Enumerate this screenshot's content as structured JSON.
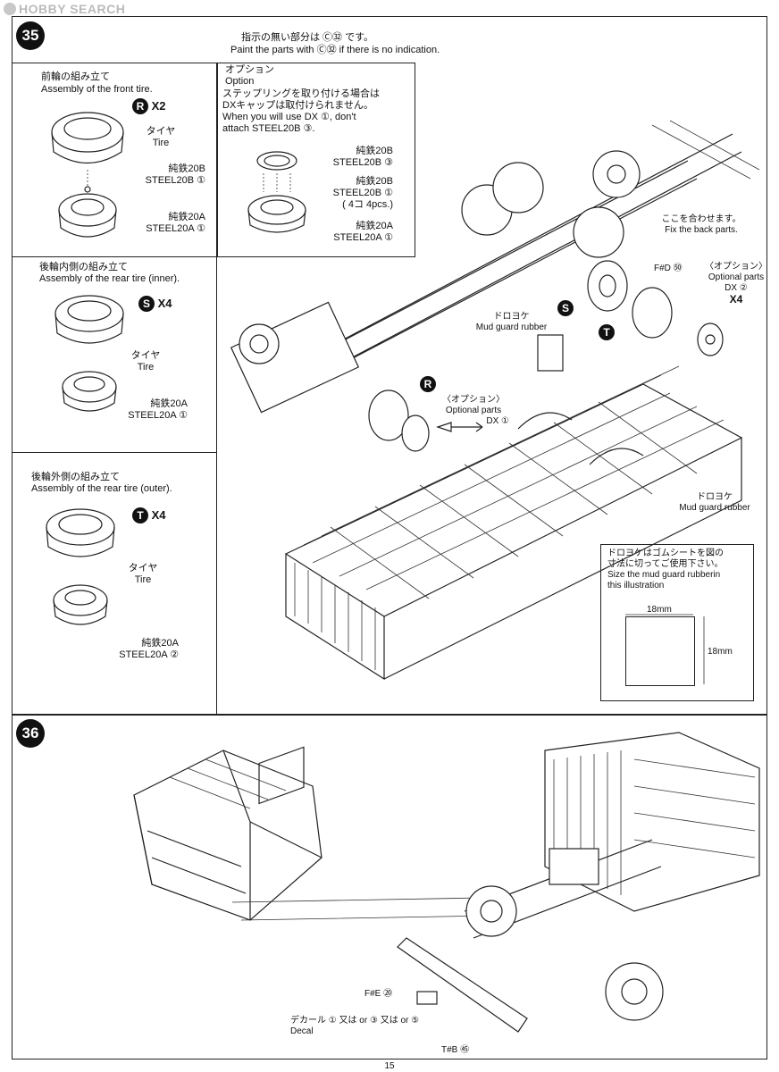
{
  "watermark": "HOBBY SEARCH",
  "page_number": "15",
  "step35": {
    "number": "35",
    "note_jp": "指示の無い部分は Ⓒ㉜ です。",
    "note_en": "Paint the parts with Ⓒ㉜ if there is no indication.",
    "front": {
      "title_jp": "前輪の組み立て",
      "title_en": "Assembly of the front tire.",
      "badge": "R",
      "count": "X2",
      "tire_jp": "タイヤ",
      "tire_en": "Tire",
      "part1_jp": "純鉄20B",
      "part1_en": "STEEL20B",
      "part1_no": "①",
      "part2_jp": "純鉄20A",
      "part2_en": "STEEL20A",
      "part2_no": "①"
    },
    "option": {
      "title_jp": "オプション",
      "title_en": "Option",
      "line1_jp": "ステップリングを取り付ける場合は",
      "line2_jp": "DXキャップは取付けられません。",
      "line3_en": "When you will use DX ①, don't",
      "line4_en": "attach STEEL20B ③.",
      "part1_jp": "純鉄20B",
      "part1_en": "STEEL20B",
      "part1_no": "③",
      "part2_jp": "純鉄20B",
      "part2_en": "STEEL20B",
      "part2_no": "①",
      "part2_qty": "( 4コ 4pcs.)",
      "part3_jp": "純鉄20A",
      "part3_en": "STEEL20A",
      "part3_no": "①"
    },
    "rear_inner": {
      "title_jp": "後輪内側の組み立て",
      "title_en": "Assembly of the rear tire (inner).",
      "badge": "S",
      "count": "X4",
      "tire_jp": "タイヤ",
      "tire_en": "Tire",
      "part_jp": "純鉄20A",
      "part_en": "STEEL20A",
      "part_no": "①"
    },
    "rear_outer": {
      "title_jp": "後輪外側の組み立て",
      "title_en": "Assembly of the rear tire (outer).",
      "badge": "T",
      "count": "X4",
      "tire_jp": "タイヤ",
      "tire_en": "Tire",
      "part_jp": "純鉄20A",
      "part_en": "STEEL20A",
      "part_no": "②"
    },
    "main": {
      "align_jp": "ここを合わせます。",
      "align_en": "Fix the back parts.",
      "fd": "F#D ㊿",
      "optional_jp_1": "〈オプション〉",
      "optional_en_1": "Optional parts",
      "dx2": "DX ②",
      "x4": "X4",
      "mud_jp_1": "ドロヨケ",
      "mud_en_1": "Mud guard rubber",
      "badge_s": "S",
      "badge_t": "T",
      "badge_r": "R",
      "optional_jp_2": "〈オプション〉",
      "optional_en_2": "Optional parts",
      "dx1": "DX ①",
      "mud_jp_2": "ドロヨケ",
      "mud_en_2": "Mud guard rubber",
      "size_jp_1": "ドロヨケはゴムシートを図の",
      "size_jp_2": "寸法に切ってご使用下さい。",
      "size_en_1": "Size the mud guard rubberin",
      "size_en_2": "this illustration",
      "dim_w": "18mm",
      "dim_h": "18mm"
    }
  },
  "step36": {
    "number": "36",
    "fe": "F#E ⑳",
    "decal_jp": "デカール",
    "decal_en": "Decal",
    "decal_opts": "① 又は or ③ 又は or ⑤",
    "tb": "T#B ㊺"
  }
}
